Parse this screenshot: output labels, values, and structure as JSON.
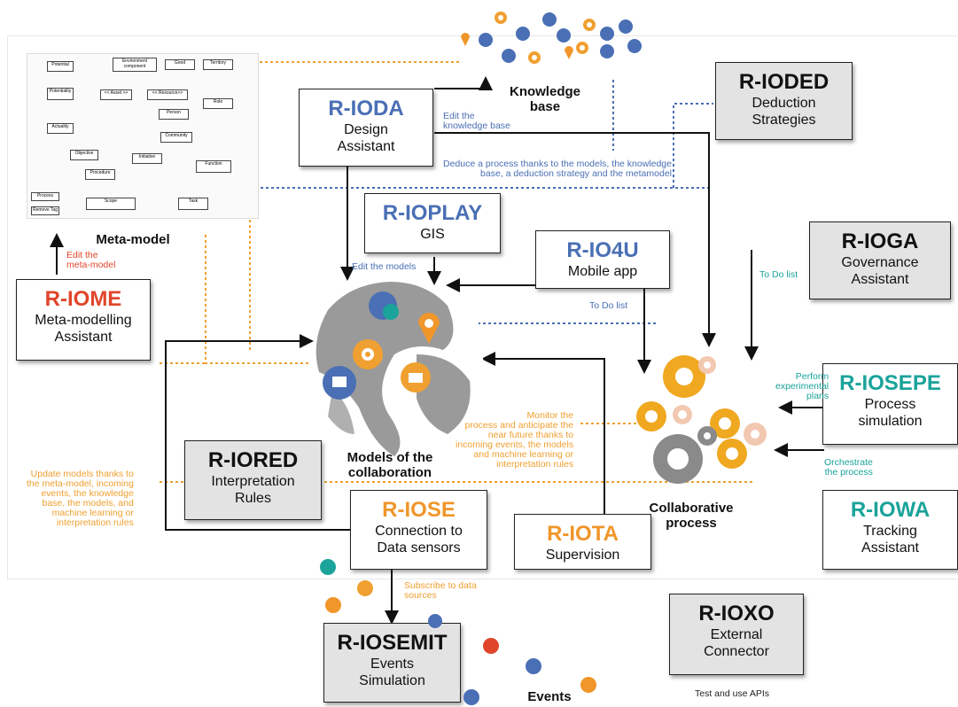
{
  "meta_model": {
    "caption": "Meta-model",
    "nodes": [
      "Potential",
      "Potentiality",
      "Actuality",
      "Objective",
      "Procedure",
      "Process",
      "Remove Tag",
      "Environment component",
      "Good",
      "Territory",
      "<< Asset >>",
      "<< Resource>>",
      "Person",
      "Role",
      "Community",
      "Initiative",
      "Function",
      "Scope",
      "Task"
    ]
  },
  "knowledge_base": {
    "caption": "Knowledge\nbase"
  },
  "models": {
    "caption": "Models of the\ncollaboration"
  },
  "process": {
    "caption": "Collaborative\nprocess"
  },
  "events": {
    "caption": "Events"
  },
  "boxes": {
    "iome": {
      "code": "R-IOME",
      "name": "Meta-modelling\nAssistant"
    },
    "ioda": {
      "code": "R-IODA",
      "name": "Design\nAssistant"
    },
    "ioded": {
      "code": "R-IODED",
      "name": "Deduction\nStrategies"
    },
    "ioplay": {
      "code": "R-IOPLAY",
      "name": "GIS"
    },
    "io4u": {
      "code": "R-IO4U",
      "name": "Mobile app"
    },
    "ioga": {
      "code": "R-IOGA",
      "name": "Governance\nAssistant"
    },
    "iosepe": {
      "code": "R-IOSEPE",
      "name": "Process\nsimulation"
    },
    "iored": {
      "code": "R-IORED",
      "name": "Interpretation\nRules"
    },
    "iose": {
      "code": "R-IOSE",
      "name": "Connection to\nData sensors"
    },
    "iota": {
      "code": "R-IOTA",
      "name": "Supervision"
    },
    "iowa": {
      "code": "R-IOWA",
      "name": "Tracking\nAssistant"
    },
    "iosemit": {
      "code": "R-IOSEMIT",
      "name": "Events\nSimulation"
    },
    "ioxo": {
      "code": "R-IOXO",
      "name": "External\nConnector"
    }
  },
  "labels": {
    "edit_metamodel": "Edit the\nmeta-model",
    "edit_kb": "Edit the\nknowledge base",
    "deduce": "Deduce a process thanks to the models, the knowledge\nbase, a deduction strategy and the metamodel",
    "edit_models": "Edit the models",
    "todo_mobile": "To Do list",
    "todo_gov": "To Do list",
    "perform": "Perform\nexperimental\nplans",
    "orchestrate": "Orchestrate\nthe process",
    "monitor": "Monitor the\nprocess and anticipate the\nnear future thanks to\nincoming events, the models\nand machine learning or\ninterpretation rules",
    "update": "Update models thanks to\nthe meta-model,  incoming\nevents, the knowledge\nbase, the models, and\nmachine learning or\ninterpretation rules",
    "subscribe": "Subscribe to data\nsources",
    "test_api": "Test and use APIs"
  },
  "colors": {
    "blue": "#4a6fb5",
    "red": "#e0452b",
    "orange": "#f0962a",
    "teal": "#1aa39a",
    "gear": "#f0a820",
    "grey": "#8a8a8a"
  }
}
